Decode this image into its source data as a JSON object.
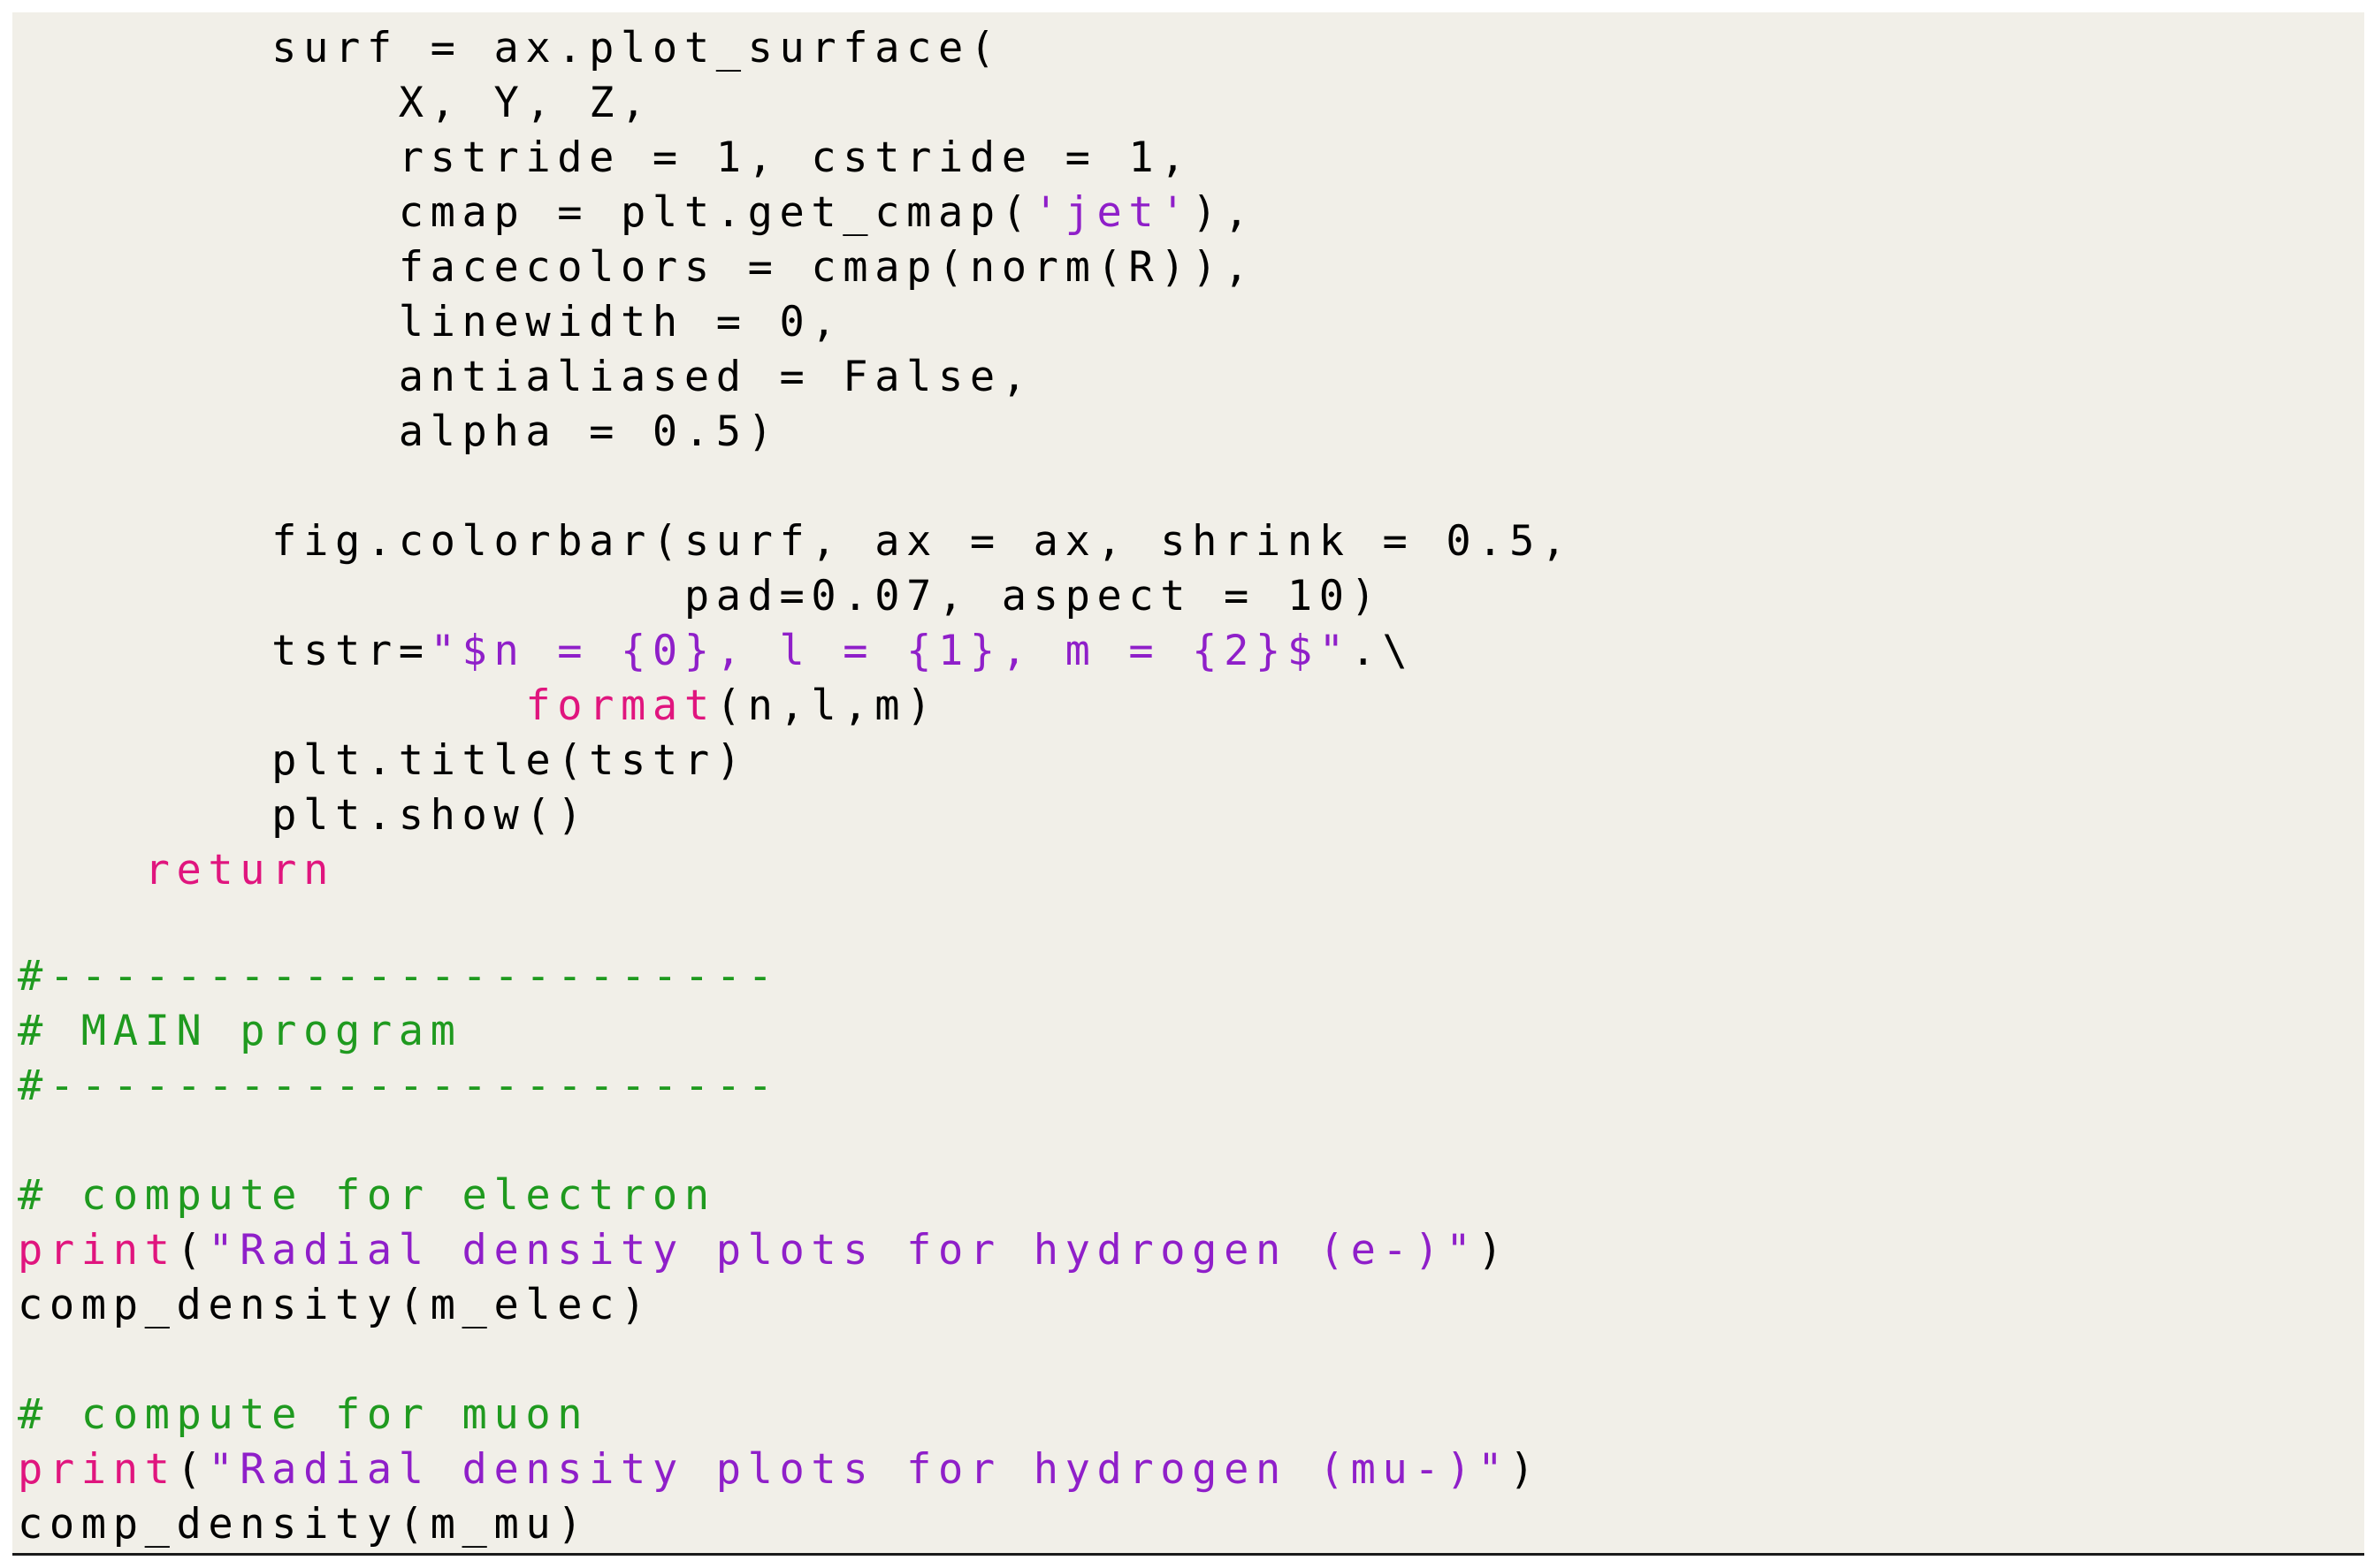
{
  "code": {
    "line_01": "        surf = ax.plot_surface(",
    "line_02": "            X, Y, Z,",
    "line_03": "            rstride = 1, cstride = 1,",
    "line_04a": "            cmap = plt.get_cmap(",
    "line_04b": "'jet'",
    "line_04c": "),",
    "line_05": "            facecolors = cmap(norm(R)),",
    "line_06": "            linewidth = 0,",
    "line_07": "            antialiased = False,",
    "line_08": "            alpha = 0.5)",
    "line_10": "        fig.colorbar(surf, ax = ax, shrink = 0.5,",
    "line_11": "                     pad=0.07, aspect = 10)",
    "line_12a": "        tstr=",
    "line_12b": "\"$n = {0}, l = {1}, m = {2}$\"",
    "line_12c": ".\\",
    "line_13a": "                ",
    "line_13b": "format",
    "line_13c": "(n,l,m)",
    "line_14": "        plt.title(tstr)",
    "line_15": "        plt.show()",
    "line_16a": "    ",
    "line_16b": "return",
    "line_18": "#-----------------------",
    "line_19": "# MAIN program",
    "line_20": "#-----------------------",
    "line_22": "# compute for electron",
    "line_23a": "print",
    "line_23b": "(",
    "line_23c": "\"Radial density plots for hydrogen (e-)\"",
    "line_23d": ")",
    "line_24": "comp_density(m_elec)",
    "line_26": "# compute for muon",
    "line_27a": "print",
    "line_27b": "(",
    "line_27c": "\"Radial density plots for hydrogen (mu-)\"",
    "line_27d": ")",
    "line_28": "comp_density(m_mu)"
  },
  "colors": {
    "background": "#f1efe8",
    "keyword": "#e0157e",
    "string": "#8f1fc9",
    "comment": "#1f9a1f",
    "text": "#000000"
  }
}
